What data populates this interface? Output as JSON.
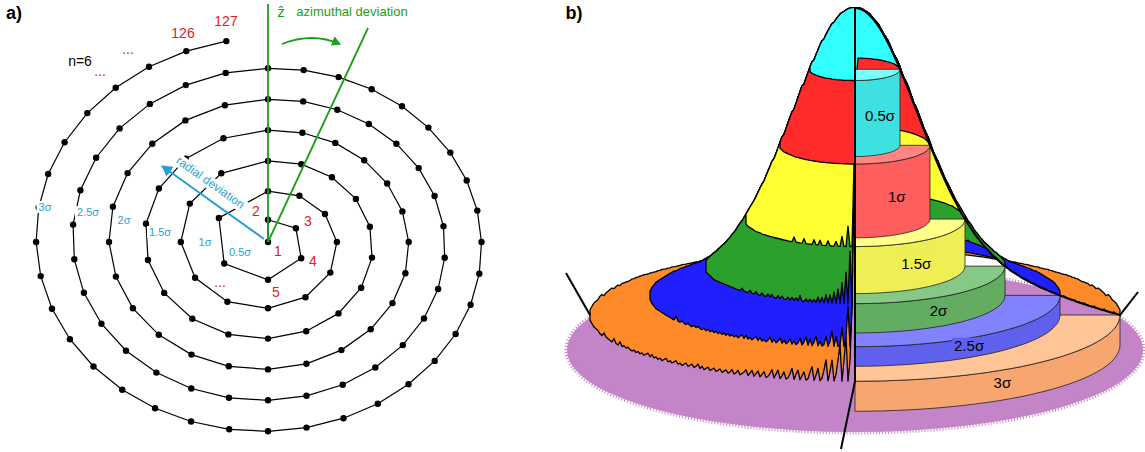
{
  "diagram": {
    "labels": [
      "a)",
      "n=6",
      "127",
      "126",
      "...",
      "...",
      "ẑ",
      "azimuthal deviation",
      "radial deviation",
      "3σ",
      "2.5σ",
      "2σ",
      "1.5σ",
      "1σ",
      "0.5σ",
      "1",
      "2",
      "3",
      "4",
      "5",
      "...",
      "b)",
      "0.5σ",
      "1σ",
      "1.5σ",
      "2σ",
      "2.5σ",
      "3σ"
    ]
  }
}
